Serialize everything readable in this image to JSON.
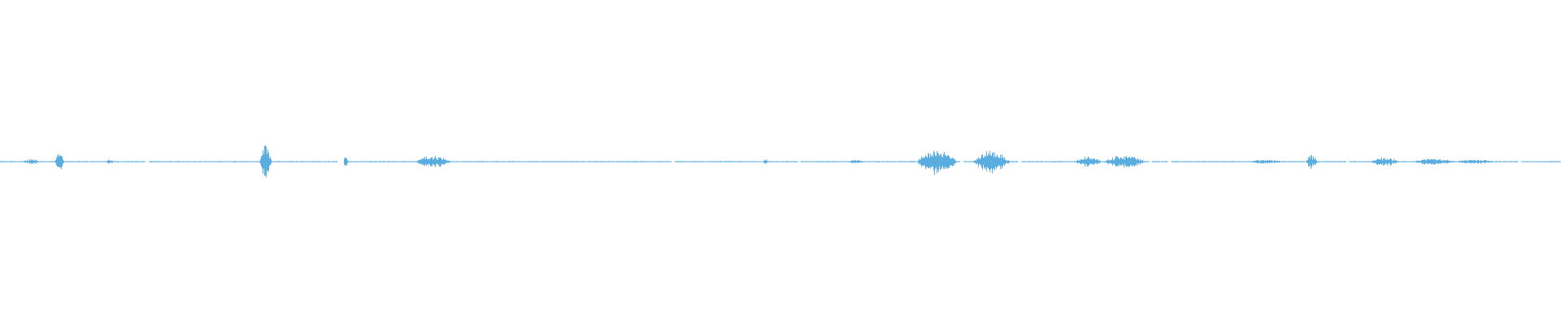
{
  "waveform": {
    "color": "#5aade0",
    "background": "#ffffff",
    "duration_units": 1000,
    "base_level": 0.003,
    "bursts": [
      {
        "center": 20,
        "half_width": 6,
        "peak": 0.015
      },
      {
        "center": 38,
        "half_width": 3,
        "peak": 0.06
      },
      {
        "center": 70,
        "half_width": 3,
        "peak": 0.012
      },
      {
        "center": 170,
        "half_width": 4,
        "peak": 0.11
      },
      {
        "center": 221,
        "half_width": 2,
        "peak": 0.025
      },
      {
        "center": 277,
        "half_width": 12,
        "peak": 0.035
      },
      {
        "center": 490,
        "half_width": 2,
        "peak": 0.015
      },
      {
        "center": 548,
        "half_width": 6,
        "peak": 0.01
      },
      {
        "center": 600,
        "half_width": 13,
        "peak": 0.08
      },
      {
        "center": 635,
        "half_width": 12,
        "peak": 0.07
      },
      {
        "center": 697,
        "half_width": 9,
        "peak": 0.03
      },
      {
        "center": 720,
        "half_width": 14,
        "peak": 0.04
      },
      {
        "center": 811,
        "half_width": 12,
        "peak": 0.012
      },
      {
        "center": 840,
        "half_width": 4,
        "peak": 0.045
      },
      {
        "center": 887,
        "half_width": 10,
        "peak": 0.025
      },
      {
        "center": 918,
        "half_width": 14,
        "peak": 0.02
      },
      {
        "center": 945,
        "half_width": 15,
        "peak": 0.012
      }
    ],
    "gaps": [
      [
        93,
        95
      ],
      [
        216,
        220
      ],
      [
        430,
        432
      ],
      [
        511,
        513
      ],
      [
        615,
        617
      ],
      [
        652,
        654
      ],
      [
        736,
        738
      ],
      [
        748,
        750
      ],
      [
        862,
        864
      ],
      [
        972,
        974
      ]
    ]
  }
}
